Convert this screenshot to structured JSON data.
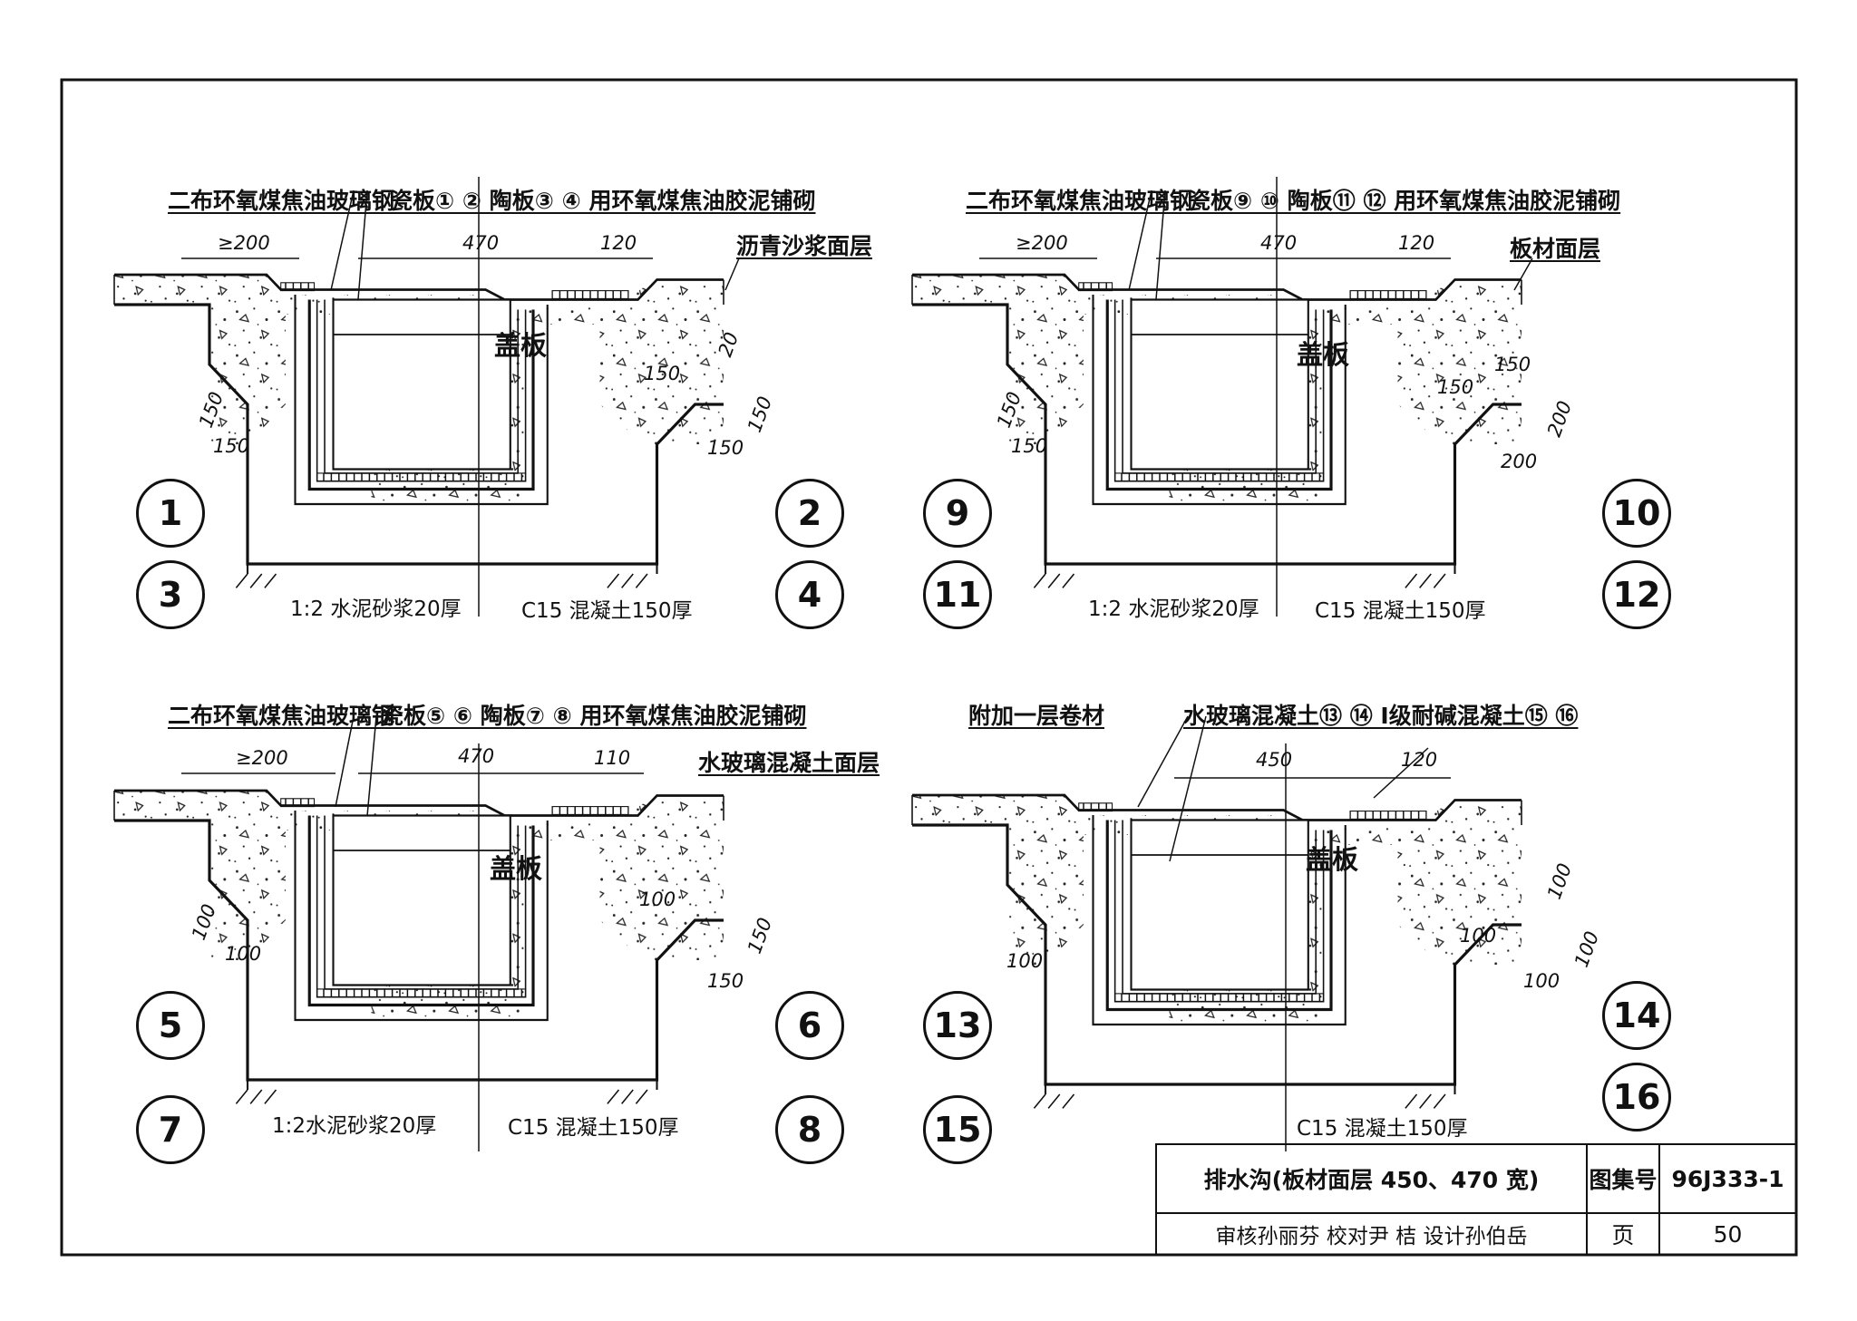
{
  "cover_label": "盖板",
  "details": [
    {
      "callout_left": "二布环氧煤焦油玻璃钢",
      "callout_main": "瓷板① ② 陶板③ ④ 用环氧煤焦油胶泥铺砌",
      "surface": "沥青沙浆面层",
      "dim_min": "≥200",
      "dim_width": "470",
      "dim_side": "120",
      "dim_small_left": [
        "150",
        "150"
      ],
      "dim_small_right": [
        "150",
        "20",
        "150",
        "150"
      ],
      "base_mortar": "1:2 水泥砂浆20厚",
      "base_concrete": "C15  混凝土150厚",
      "numbers_left": [
        "1",
        "3"
      ],
      "numbers_right": [
        "2",
        "4"
      ]
    },
    {
      "callout_left": "二布环氧煤焦油玻璃钢",
      "callout_main": "瓷板⑨ ⑩ 陶板⑪ ⑫ 用环氧煤焦油胶泥铺砌",
      "surface": "板材面层",
      "dim_min": "≥200",
      "dim_width": "470",
      "dim_side": "120",
      "dim_small_left": [
        "150",
        "150"
      ],
      "dim_small_right": [
        "150",
        "150",
        "200",
        "200"
      ],
      "base_mortar": "1:2 水泥砂浆20厚",
      "base_concrete": "C15  混凝土150厚",
      "numbers_left": [
        "9",
        "11"
      ],
      "numbers_right": [
        "10",
        "12"
      ]
    },
    {
      "callout_left": "二布环氧煤焦油玻璃钢",
      "callout_main": "瓷板⑤ ⑥ 陶板⑦ ⑧ 用环氧煤焦油胶泥铺砌",
      "surface": "水玻璃混凝土面层",
      "dim_min": "≥200",
      "dim_width": "470",
      "dim_side": "110",
      "dim_small_left": [
        "100",
        "100"
      ],
      "dim_small_right": [
        "100",
        "150",
        "150"
      ],
      "base_mortar": "1:2水泥砂浆20厚",
      "base_concrete": "C15  混凝土150厚",
      "numbers_left": [
        "5",
        "7"
      ],
      "numbers_right": [
        "6",
        "8"
      ]
    },
    {
      "callout_left": "附加一层卷材",
      "callout_main": "水玻璃混凝土⑬ ⑭ Ⅰ级耐碱混凝土⑮ ⑯",
      "dim_width": "450",
      "dim_side": "120",
      "dim_small_left": [
        "100"
      ],
      "dim_small_right": [
        "100",
        "100",
        "100",
        "100"
      ],
      "base_concrete": "C15  混凝土150厚",
      "numbers_left": [
        "13",
        "15"
      ],
      "numbers_right": [
        "14",
        "16"
      ]
    }
  ],
  "title_block": {
    "title": "排水沟(板材面层 450、470 宽)",
    "atlas_label": "图集号",
    "atlas_no": "96J333-1",
    "sign_row": "审核孙丽芬 校对尹 桔 设计孙伯岳",
    "page_label": "页",
    "page_no": "50"
  }
}
